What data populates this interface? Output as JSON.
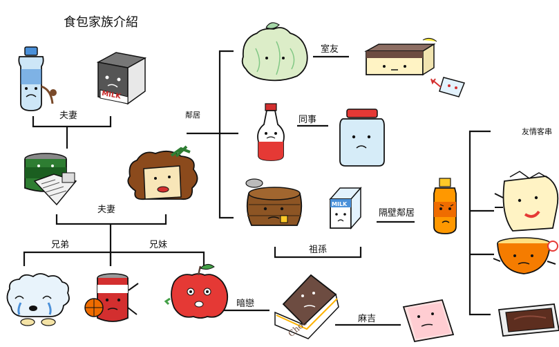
{
  "title": "食包家族介紹",
  "relations": {
    "spouse_top": "夫妻",
    "spouse_mid": "夫妻",
    "brothers": "兄弟",
    "siblings_sister": "兄妹",
    "neighbor": "鄰居",
    "roommate": "室友",
    "coworker": "同事",
    "grandchild": "祖孫",
    "next_door": "隔壁鄰居",
    "friendship": "友情客串",
    "crush": "暗戀",
    "acquaintance": "麻吉"
  },
  "product_text": {
    "milk_box": "MILK",
    "milk_carton": "MILK",
    "chocolate": "Choc"
  },
  "colors": {
    "line": "#111111",
    "water_bottle": "#4a90d9",
    "milk_box": "#555555",
    "can_green": "#2e7d32",
    "tofu": "#f8e6b8",
    "can_red": "#d32f2f",
    "apple": "#e53935",
    "orange_juice": "#f57c00",
    "chocolate": "#6d4c41",
    "cabbage": "#c8e6c9"
  }
}
